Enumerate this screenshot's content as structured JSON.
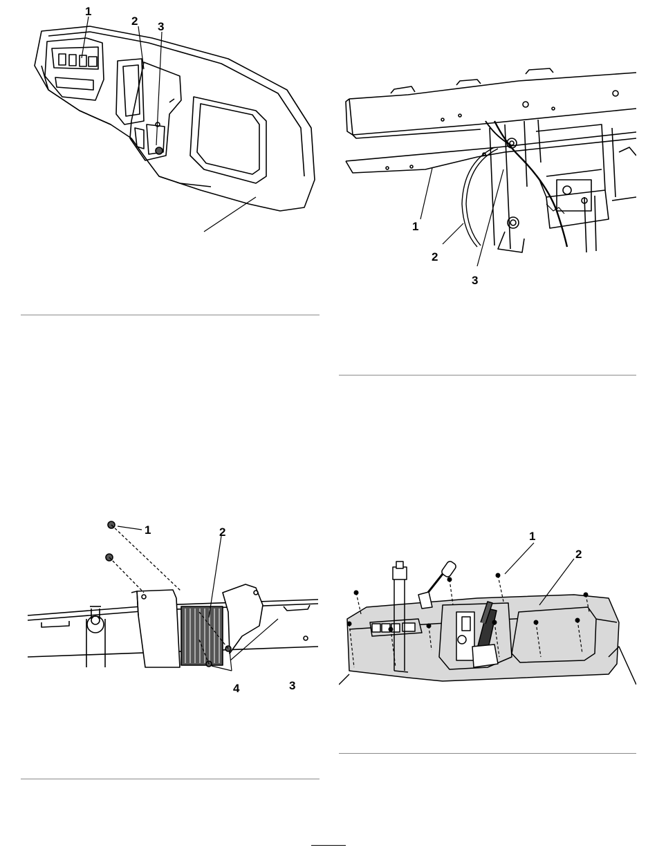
{
  "figures": [
    {
      "id": "fig-dash-front",
      "callouts": [
        "1",
        "2",
        "3"
      ]
    },
    {
      "id": "fig-frame-cable",
      "callouts": [
        "1",
        "2",
        "3"
      ]
    },
    {
      "id": "fig-bracket-nuts",
      "callouts": [
        "1",
        "2",
        "3",
        "4"
      ]
    },
    {
      "id": "fig-dash-screws",
      "callouts": [
        "1",
        "2"
      ]
    }
  ],
  "colors": {
    "line": "#000000",
    "panel_fill": "#d9d9d9",
    "rule": "#8a8a8a"
  },
  "page_number": ""
}
